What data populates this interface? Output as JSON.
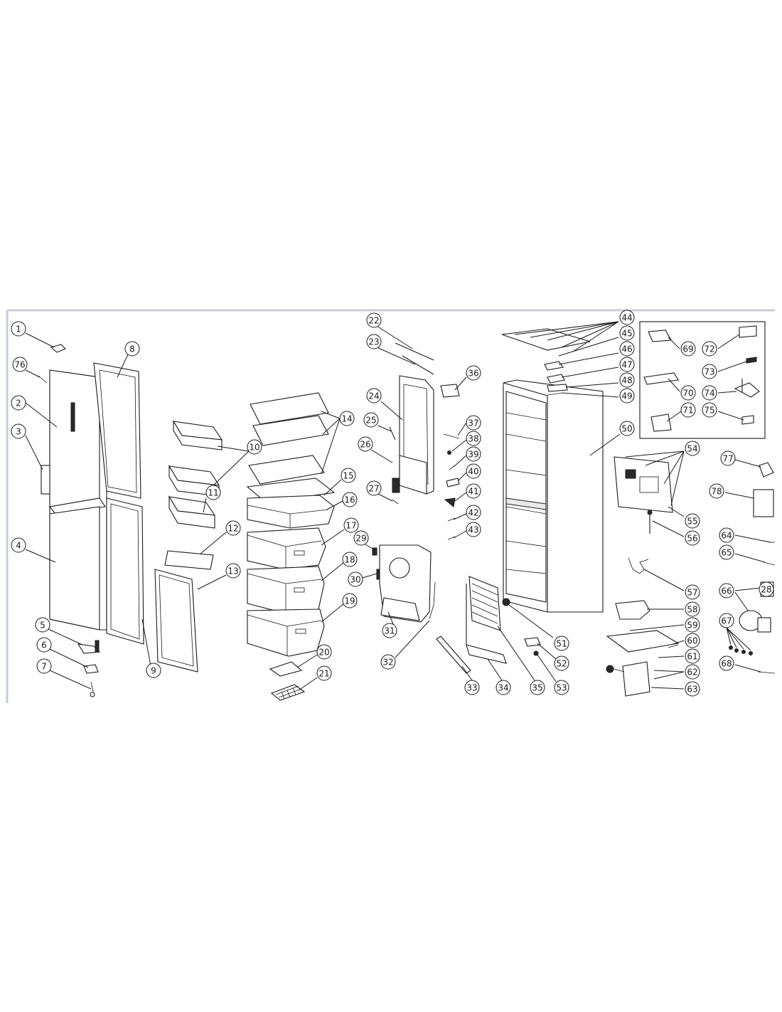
{
  "diagram": {
    "callouts": [
      {
        "id": "c1",
        "label": "1"
      },
      {
        "id": "c2",
        "label": "2"
      },
      {
        "id": "c3",
        "label": "3"
      },
      {
        "id": "c4",
        "label": "4"
      },
      {
        "id": "c5",
        "label": "5"
      },
      {
        "id": "c6",
        "label": "6"
      },
      {
        "id": "c7",
        "label": "7"
      },
      {
        "id": "c8",
        "label": "8"
      },
      {
        "id": "c9",
        "label": "9"
      },
      {
        "id": "c10",
        "label": "10"
      },
      {
        "id": "c11",
        "label": "11"
      },
      {
        "id": "c12",
        "label": "12"
      },
      {
        "id": "c13",
        "label": "13"
      },
      {
        "id": "c14",
        "label": "14"
      },
      {
        "id": "c15",
        "label": "15"
      },
      {
        "id": "c16",
        "label": "16"
      },
      {
        "id": "c17",
        "label": "17"
      },
      {
        "id": "c18",
        "label": "18"
      },
      {
        "id": "c19",
        "label": "19"
      },
      {
        "id": "c20",
        "label": "20"
      },
      {
        "id": "c21",
        "label": "21"
      },
      {
        "id": "c22",
        "label": "22"
      },
      {
        "id": "c23",
        "label": "23"
      },
      {
        "id": "c24",
        "label": "24"
      },
      {
        "id": "c25",
        "label": "25"
      },
      {
        "id": "c26",
        "label": "26"
      },
      {
        "id": "c27",
        "label": "27"
      },
      {
        "id": "c28",
        "label": "28"
      },
      {
        "id": "c29",
        "label": "29"
      },
      {
        "id": "c30",
        "label": "30"
      },
      {
        "id": "c31",
        "label": "31"
      },
      {
        "id": "c32",
        "label": "32"
      },
      {
        "id": "c33",
        "label": "33"
      },
      {
        "id": "c34",
        "label": "34"
      },
      {
        "id": "c35",
        "label": "35"
      },
      {
        "id": "c36",
        "label": "36"
      },
      {
        "id": "c37",
        "label": "37"
      },
      {
        "id": "c38",
        "label": "38"
      },
      {
        "id": "c39",
        "label": "39"
      },
      {
        "id": "c40",
        "label": "40"
      },
      {
        "id": "c41",
        "label": "41"
      },
      {
        "id": "c42",
        "label": "42"
      },
      {
        "id": "c43",
        "label": "43"
      },
      {
        "id": "c44",
        "label": "44"
      },
      {
        "id": "c45",
        "label": "45"
      },
      {
        "id": "c46",
        "label": "46"
      },
      {
        "id": "c47",
        "label": "47"
      },
      {
        "id": "c48",
        "label": "48"
      },
      {
        "id": "c49",
        "label": "49"
      },
      {
        "id": "c50",
        "label": "50"
      },
      {
        "id": "c51",
        "label": "51"
      },
      {
        "id": "c52",
        "label": "52"
      },
      {
        "id": "c53",
        "label": "53"
      },
      {
        "id": "c54",
        "label": "54"
      },
      {
        "id": "c55",
        "label": "55"
      },
      {
        "id": "c56",
        "label": "56"
      },
      {
        "id": "c57",
        "label": "57"
      },
      {
        "id": "c58",
        "label": "58"
      },
      {
        "id": "c59",
        "label": "59"
      },
      {
        "id": "c60",
        "label": "60"
      },
      {
        "id": "c61",
        "label": "61"
      },
      {
        "id": "c62",
        "label": "62"
      },
      {
        "id": "c63",
        "label": "63"
      },
      {
        "id": "c64",
        "label": "64"
      },
      {
        "id": "c65",
        "label": "65"
      },
      {
        "id": "c66",
        "label": "66"
      },
      {
        "id": "c67",
        "label": "67"
      },
      {
        "id": "c68",
        "label": "68"
      },
      {
        "id": "c69",
        "label": "69"
      },
      {
        "id": "c70",
        "label": "70"
      },
      {
        "id": "c71",
        "label": "71"
      },
      {
        "id": "c72",
        "label": "72"
      },
      {
        "id": "c73",
        "label": "73"
      },
      {
        "id": "c74",
        "label": "74"
      },
      {
        "id": "c75",
        "label": "75"
      },
      {
        "id": "c76",
        "label": "76"
      },
      {
        "id": "c77",
        "label": "77"
      },
      {
        "id": "c78",
        "label": "78"
      }
    ]
  }
}
